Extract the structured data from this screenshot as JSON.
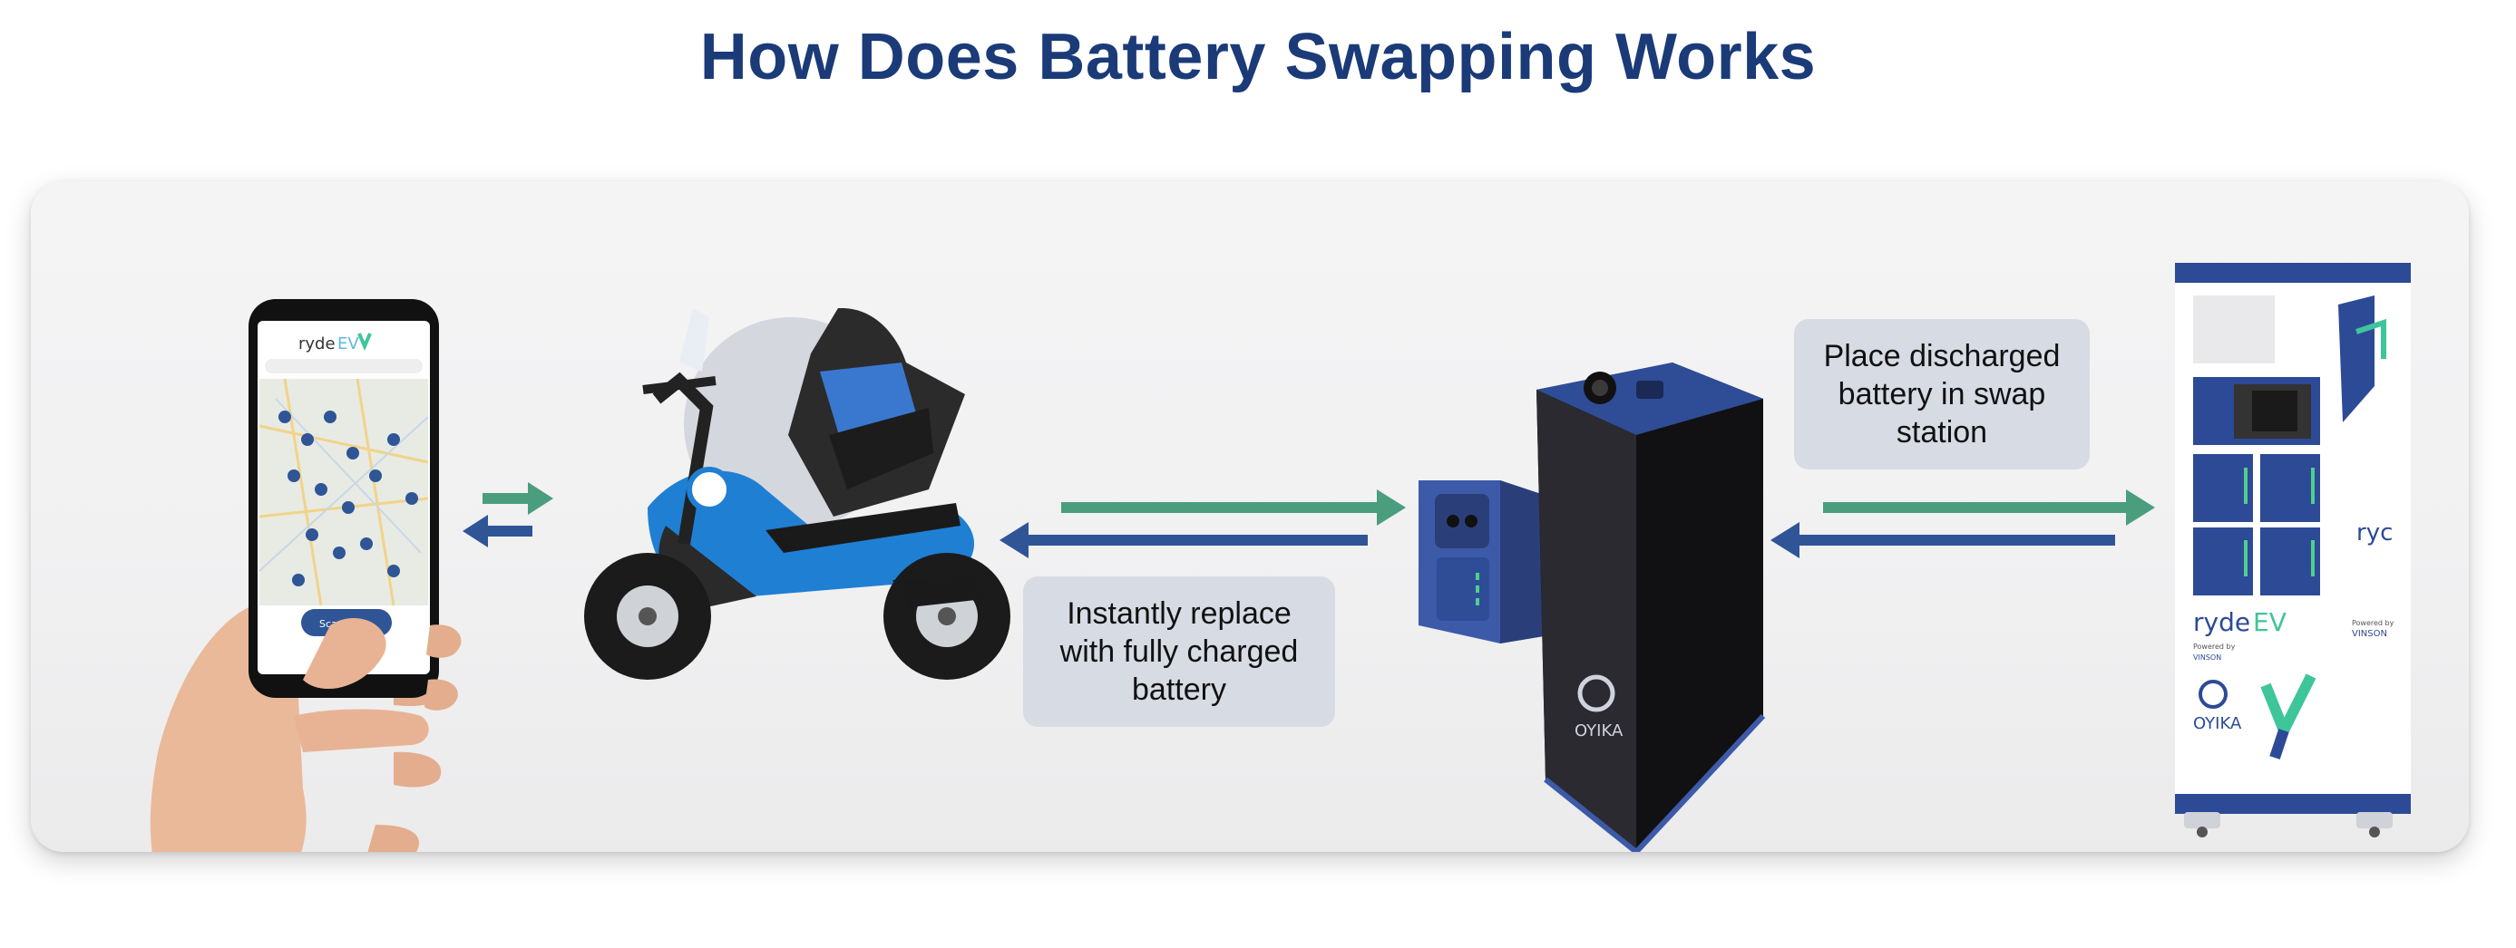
{
  "page": {
    "title": "How Does Battery Swapping Works"
  },
  "steps": {
    "replace_label": "Instantly replace\nwith fully charged\nbattery",
    "place_label": "Place discharged\nbattery in swap\nstation"
  },
  "phone": {
    "brand_prefix": "ryde",
    "brand_suffix": "EV",
    "scan_button": "Scan Code"
  },
  "station": {
    "brand_prefix": "ryde",
    "brand_suffix": "EV",
    "side_brand": "ryc",
    "oyika_label": "OYIKA",
    "powered_by_label": "Powered by",
    "vinson_label": "VINSON"
  },
  "battery": {
    "oyika_label": "OYIKA"
  },
  "colors": {
    "title": "#1b3a78",
    "arrow_green": "#4a9e7e",
    "arrow_blue": "#2f5597",
    "label_bg": "#d7dbe4",
    "scooter_blue": "#1f7fd3",
    "station_blue": "#2c4a96"
  }
}
